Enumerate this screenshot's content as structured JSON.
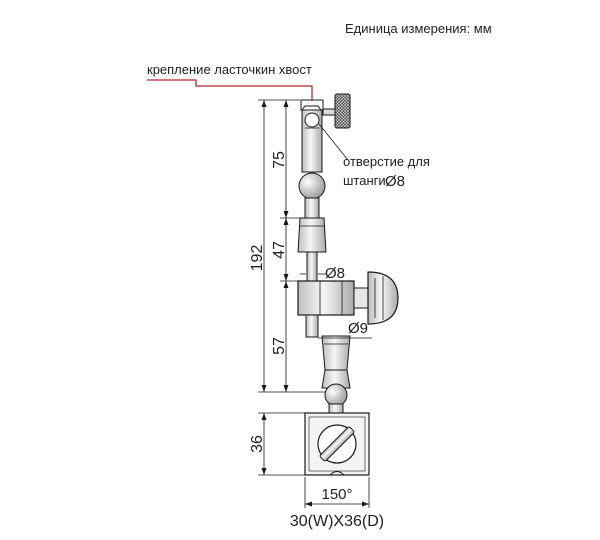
{
  "header": {
    "units_note": "Единица измерения: мм"
  },
  "labels": {
    "dovetail_mount": "крепление ласточкин хвост",
    "rod_hole_line1": "отверстие для",
    "rod_hole_line2": "штанги",
    "rod_hole_dia": "Ø8",
    "clamp_dia_8": "Ø8",
    "clamp_dia_9": "Ø9",
    "base_size": "30(W)X36(D)"
  },
  "dimensions": {
    "total_height": "192",
    "upper_arm": "75",
    "middle_arm": "47",
    "lower_arm": "57",
    "base_height": "36",
    "swivel_angle": "150°"
  },
  "colors": {
    "line": "#1a1a1a",
    "dovetail_leader": "#b8282f",
    "part_fill": "#f4f4f4",
    "part_shade": "#c9c9c9"
  }
}
